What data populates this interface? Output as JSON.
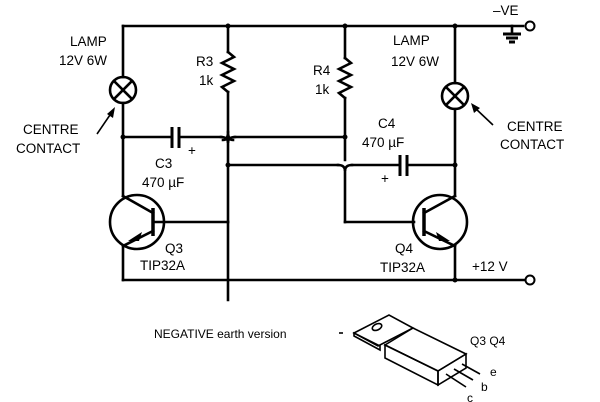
{
  "diagram": {
    "type": "circuit-schematic",
    "supply": {
      "negative_label": "–VE",
      "positive_label": "+12 V"
    },
    "lamps": [
      {
        "id": "lamp-left",
        "label": "LAMP",
        "rating": "12V 6W",
        "note_line1": "CENTRE",
        "note_line2": "CONTACT"
      },
      {
        "id": "lamp-right",
        "label": "LAMP",
        "rating": "12V 6W",
        "note_line1": "CENTRE",
        "note_line2": "CONTACT"
      }
    ],
    "resistors": [
      {
        "id": "R3",
        "value": "1k"
      },
      {
        "id": "R4",
        "value": "1k"
      }
    ],
    "capacitors": [
      {
        "id": "C3",
        "value": "470 µF",
        "polarity": "+"
      },
      {
        "id": "C4",
        "value": "470 µF",
        "polarity": "+"
      }
    ],
    "transistors": [
      {
        "id": "Q3",
        "part": "TIP32A"
      },
      {
        "id": "Q4",
        "part": "TIP32A"
      }
    ],
    "package": {
      "caption": "NEGATIVE earth version",
      "label": "Q3 Q4",
      "pins": [
        "e",
        "b",
        "c"
      ]
    }
  }
}
